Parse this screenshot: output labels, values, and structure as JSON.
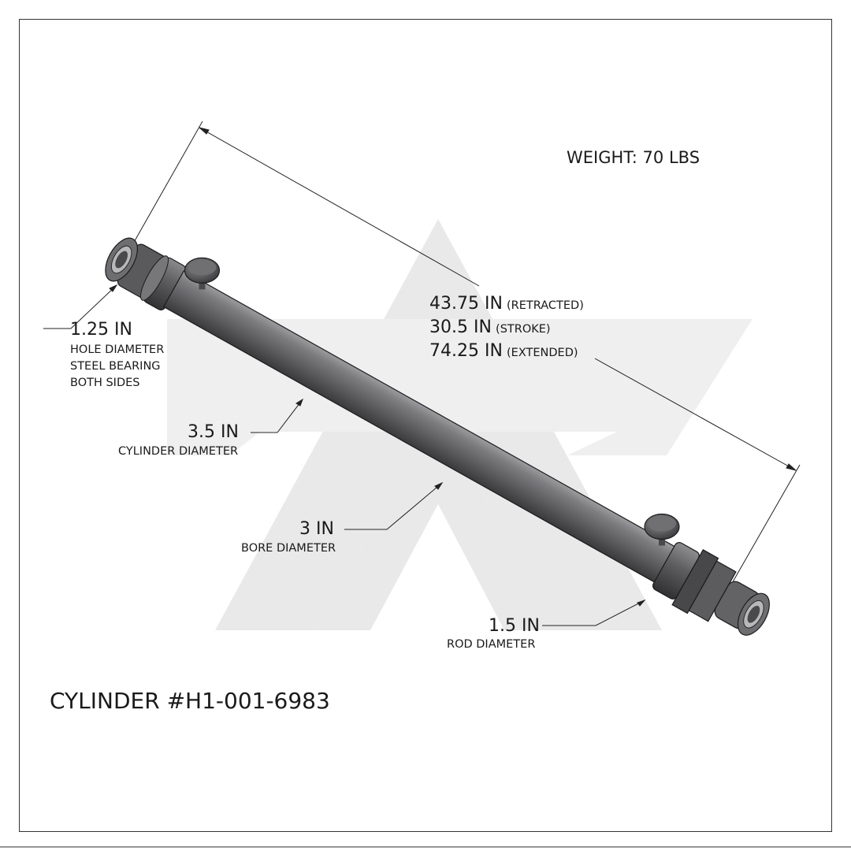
{
  "weight": "WEIGHT: 70 LBS",
  "title": "CYLINDER #H1-001-6983",
  "lengths": {
    "retracted_value": "43.75 IN",
    "retracted_note": "(RETRACTED)",
    "stroke_value": "30.5 IN",
    "stroke_note": "(STROKE)",
    "extended_value": "74.25 IN",
    "extended_note": "(EXTENDED)"
  },
  "hole": {
    "value": "1.25 IN",
    "line1": "HOLE DIAMETER",
    "line2": "STEEL BEARING",
    "line3": "BOTH SIDES"
  },
  "cylinder_diameter": {
    "value": "3.5 IN",
    "label": "CYLINDER DIAMETER"
  },
  "bore_diameter": {
    "value": "3 IN",
    "label": "BORE DIAMETER"
  },
  "rod_diameter": {
    "value": "1.5 IN",
    "label": "ROD DIAMETER"
  },
  "colors": {
    "watermark": "#e9e9ea",
    "body_dark": "#3c3c3e",
    "body_mid": "#6e6e71",
    "body_light": "#9a9a9d",
    "line": "#222222"
  }
}
